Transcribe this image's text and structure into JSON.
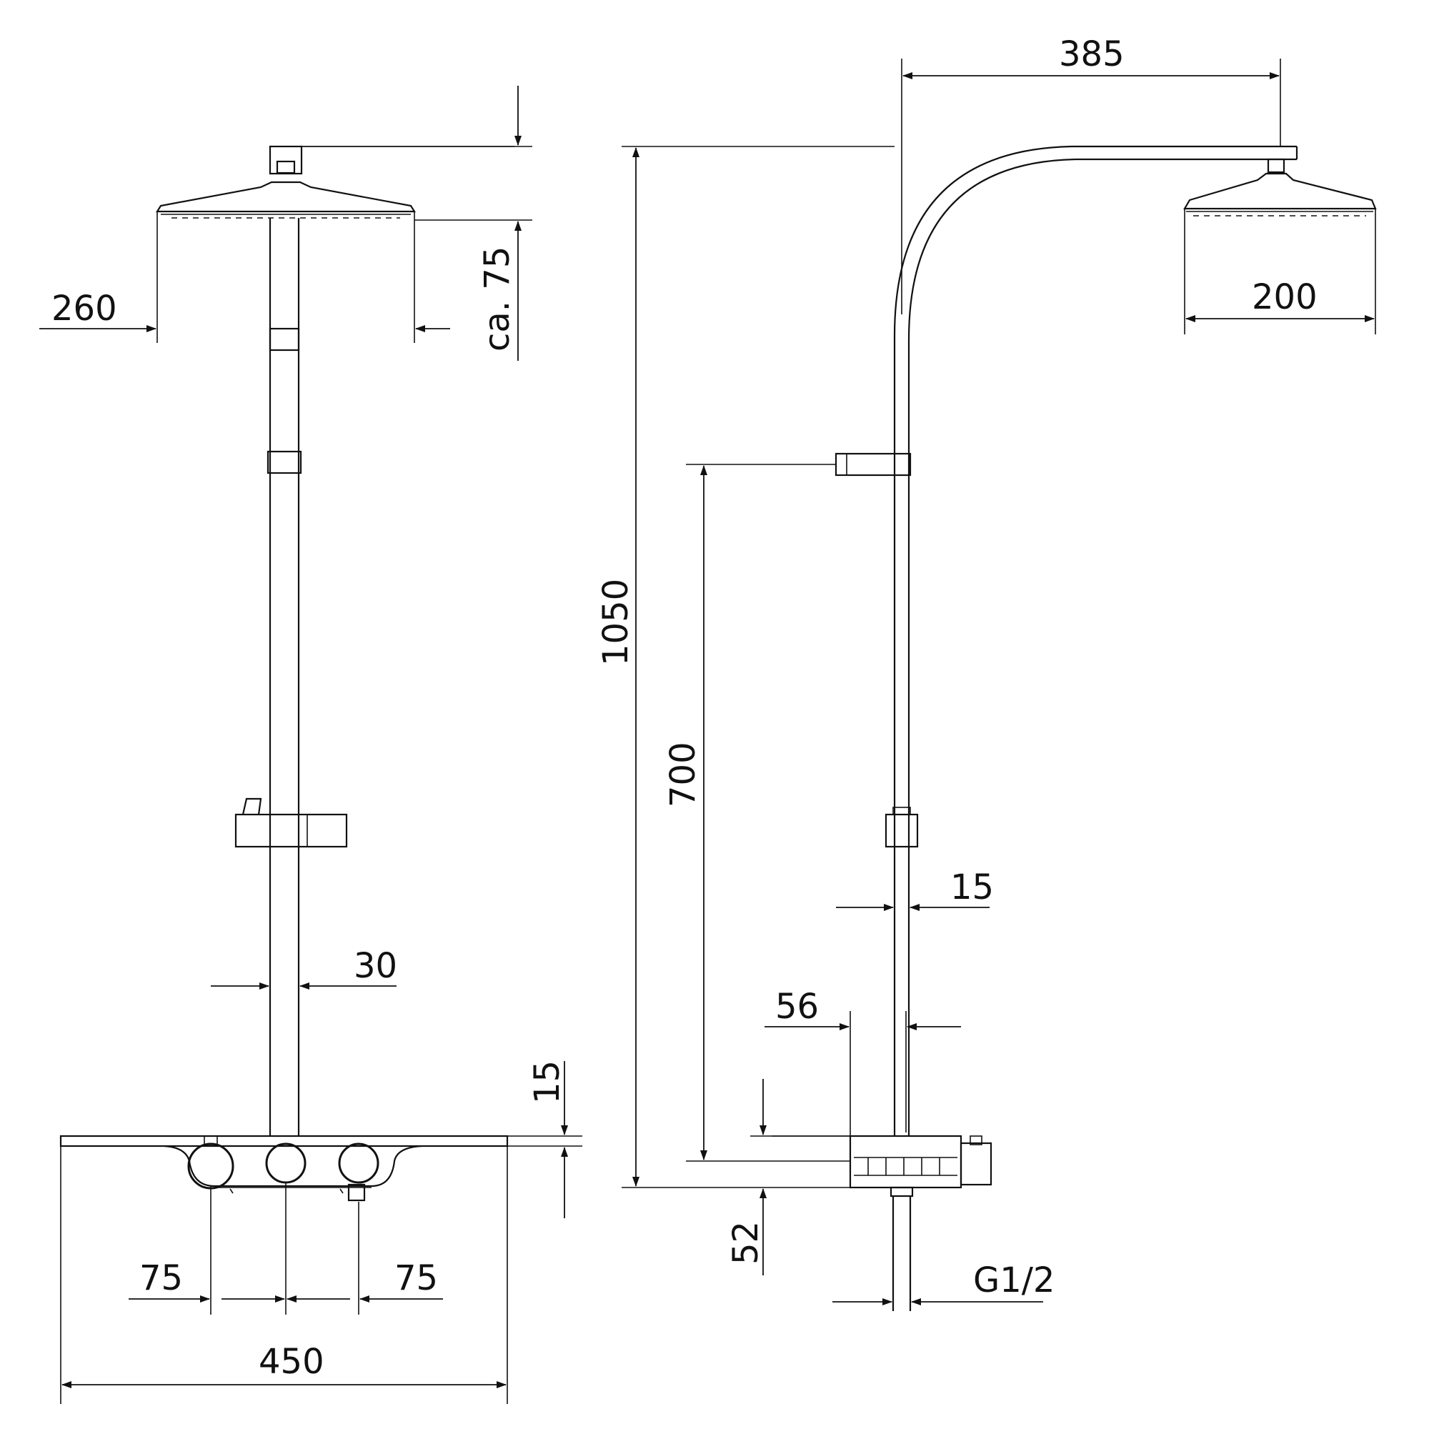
{
  "dimensions": {
    "head_width_front": "260",
    "head_height": "ca. 75",
    "pipe_diameter": "30",
    "shelf_thickness": "15",
    "knob_spacing_left": "75",
    "knob_spacing_right": "75",
    "shelf_width": "450",
    "arm_reach": "385",
    "head_width_side": "200",
    "total_height": "1050",
    "holder_height": "700",
    "bar_diameter": "15",
    "mixer_offset": "56",
    "mixer_height": "52",
    "connection_thread": "G1/2"
  },
  "colors": {
    "line": "#111111",
    "background": "#ffffff"
  }
}
